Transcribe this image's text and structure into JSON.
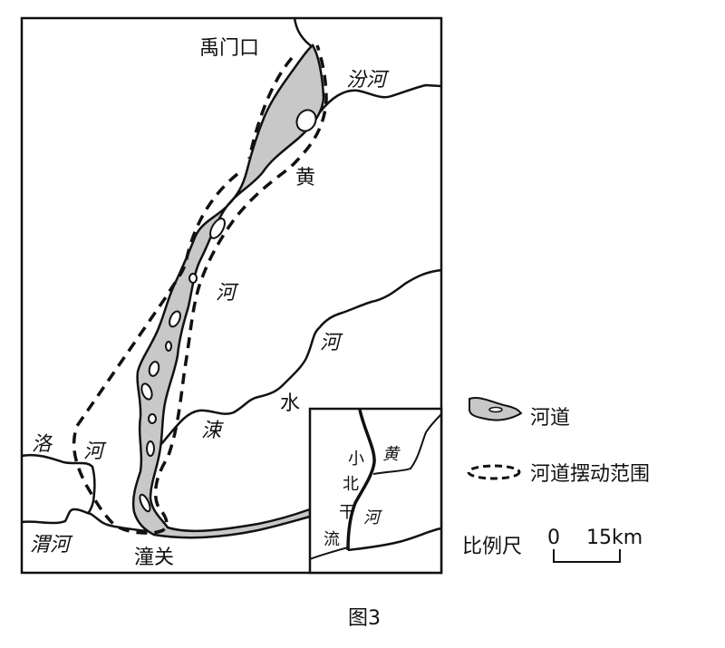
{
  "map": {
    "place_labels": {
      "yumenkou": "禹门口",
      "tongguan": "潼关"
    },
    "river_labels": {
      "fen": "汾河",
      "huang_1": "黄",
      "huang_2": "河",
      "su_1": "涑",
      "su_2": "水",
      "su_3": "河",
      "luo_1": "洛",
      "luo_2": "河",
      "wei": "渭河"
    },
    "inset": {
      "label_chars": [
        "小",
        "北",
        "干",
        "流"
      ],
      "huang": "黄",
      "he": "河"
    }
  },
  "legend": {
    "channel": "河道",
    "swing_range": "河道摆动范围",
    "scale_label": "比例尺",
    "scale_zero": "0",
    "scale_value": "15km"
  },
  "caption": "图3",
  "colors": {
    "channel_fill": "#c8c8c8",
    "line": "#111111"
  }
}
